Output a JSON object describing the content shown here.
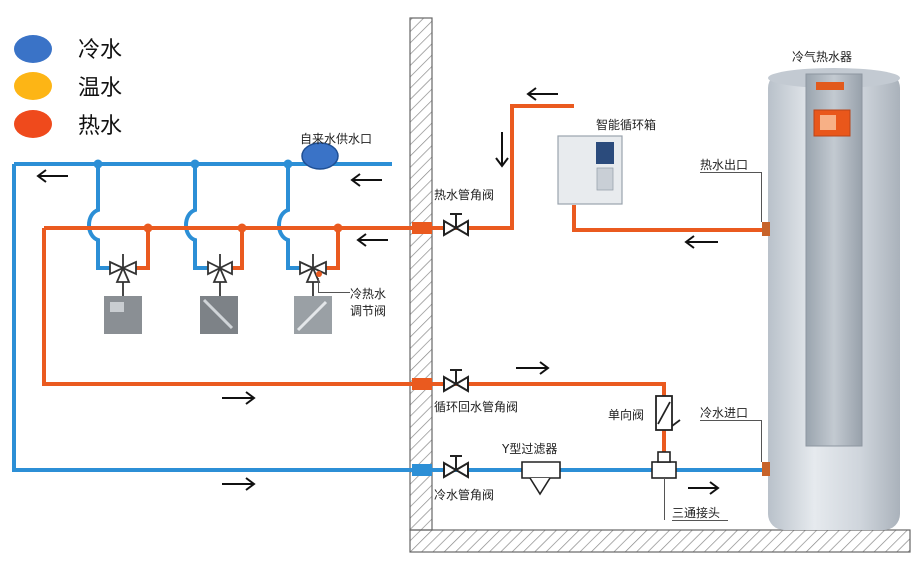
{
  "colors": {
    "cold": "#2c8fd6",
    "warm": "#f7ad1c",
    "hot": "#ea5a1f",
    "legend_cold": "#3a73c7",
    "legend_warm": "#fdb515",
    "legend_hot": "#ef4a1c",
    "wall_hatch": "#777777",
    "tank_body": "#cdd3da"
  },
  "legend": [
    {
      "label": "冷水",
      "color_key": "legend_cold"
    },
    {
      "label": "温水",
      "color_key": "legend_warm"
    },
    {
      "label": "热水",
      "color_key": "legend_hot"
    }
  ],
  "labels": {
    "city_water_inlet": "自来水供水口",
    "hot_angle_valve": "热水管角阀",
    "smart_circulation_box": "智能循环箱",
    "hot_water_outlet": "热水出口",
    "heater": "冷气热水器",
    "mixing_valve": "冷热水\n调节阀",
    "return_angle_valve": "循环回水管角阀",
    "check_valve": "单向阀",
    "cold_water_inlet": "冷水进口",
    "y_filter": "Y型过滤器",
    "cold_angle_valve": "冷水管角阀",
    "tee_joint": "三通接头"
  },
  "icons": {
    "flow_arrow": "arrow-icon",
    "valve": "valve-icon",
    "fixture": "fixture-photo-icon",
    "circulation_box": "control-box-icon"
  }
}
